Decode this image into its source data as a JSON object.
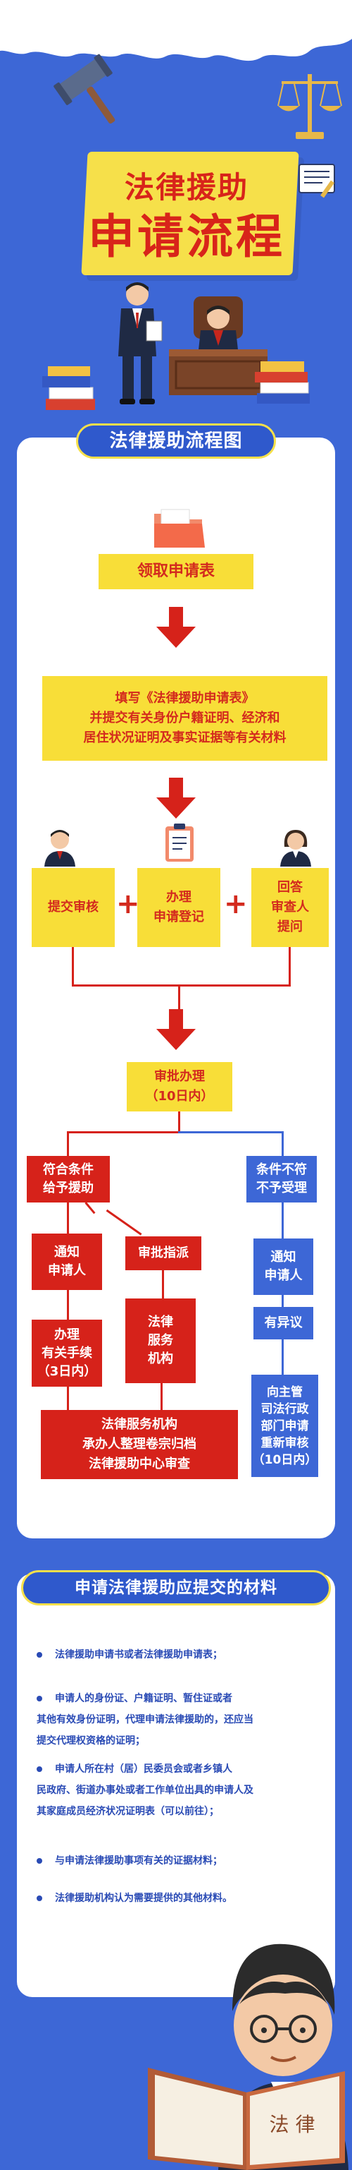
{
  "header": {
    "title_line1": "法律援助",
    "title_line2": "申请流程"
  },
  "flowchart": {
    "banner": "法律援助流程图",
    "step_apply": "领取申请表",
    "step_fill": {
      "line1": "填写《法律援助申请表》",
      "line2": "并提交有关身份户籍证明、经济和",
      "line3": "居住状况证明及事实证据等有关材料"
    },
    "step_submit": "提交审核",
    "step_register": {
      "line1": "办理",
      "line2": "申请登记"
    },
    "step_answer": {
      "line1": "回答",
      "line2": "审查人",
      "line3": "提问"
    },
    "step_approve": {
      "line1": "审批办理",
      "line2": "（10日内）"
    },
    "meet": {
      "line1": "符合条件",
      "line2": "给予援助"
    },
    "notify_left": {
      "line1": "通知",
      "line2": "申请人"
    },
    "assign": "审批指派",
    "procedures": {
      "line1": "办理",
      "line2": "有关手续",
      "line3": "（3日内）"
    },
    "org": {
      "line1": "法律",
      "line2": "服务",
      "line3": "机构"
    },
    "final": {
      "line1": "法律服务机构",
      "line2": "承办人整理卷宗归档",
      "line3": "法律援助中心审查"
    },
    "not_meet": {
      "line1": "条件不符",
      "line2": "不予受理"
    },
    "notify_right": {
      "line1": "通知",
      "line2": "申请人"
    },
    "objection": "有异议",
    "review": {
      "line1": "向主管",
      "line2": "司法行政",
      "line3": "部门申请",
      "line4": "重新审核",
      "line5": "（10日内）"
    }
  },
  "materials": {
    "banner": "申请法律援助应提交的材料",
    "items": [
      {
        "line1": "法律援助申请书或者法律援助申请表；"
      },
      {
        "line1": "申请人的身份证、户籍证明、暂住证或者",
        "line2": "其他有效身份证明，代理申请法律援助的，还应当",
        "line3": "提交代理权资格的证明；"
      },
      {
        "line1": "申请人所在村（居）民委员会或者乡镇人",
        "line2": "民政府、街道办事处或者工作单位出具的申请人及",
        "line3": "其家庭成员经济状况证明表（可以前往）；"
      },
      {
        "line1": "与申请法律援助事项有关的证据材料；"
      },
      {
        "line1": "法律援助机构认为需要提供的其他材料。"
      }
    ],
    "book_text": "法 律"
  },
  "colors": {
    "background": "#3d67d6",
    "banner": "#2f59cc",
    "yellow": "#f8de38",
    "red": "#d6221a",
    "title_red": "#d8241a"
  }
}
